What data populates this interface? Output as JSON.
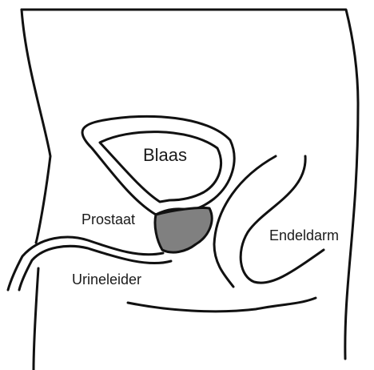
{
  "labels": {
    "bladder": "Blaas",
    "prostate": "Prostaat",
    "rectum": "Endeldarm",
    "urethra": "Urineleider"
  },
  "colors": {
    "outline": "#111111",
    "prostate_fill": "#808080",
    "background": "#ffffff"
  }
}
